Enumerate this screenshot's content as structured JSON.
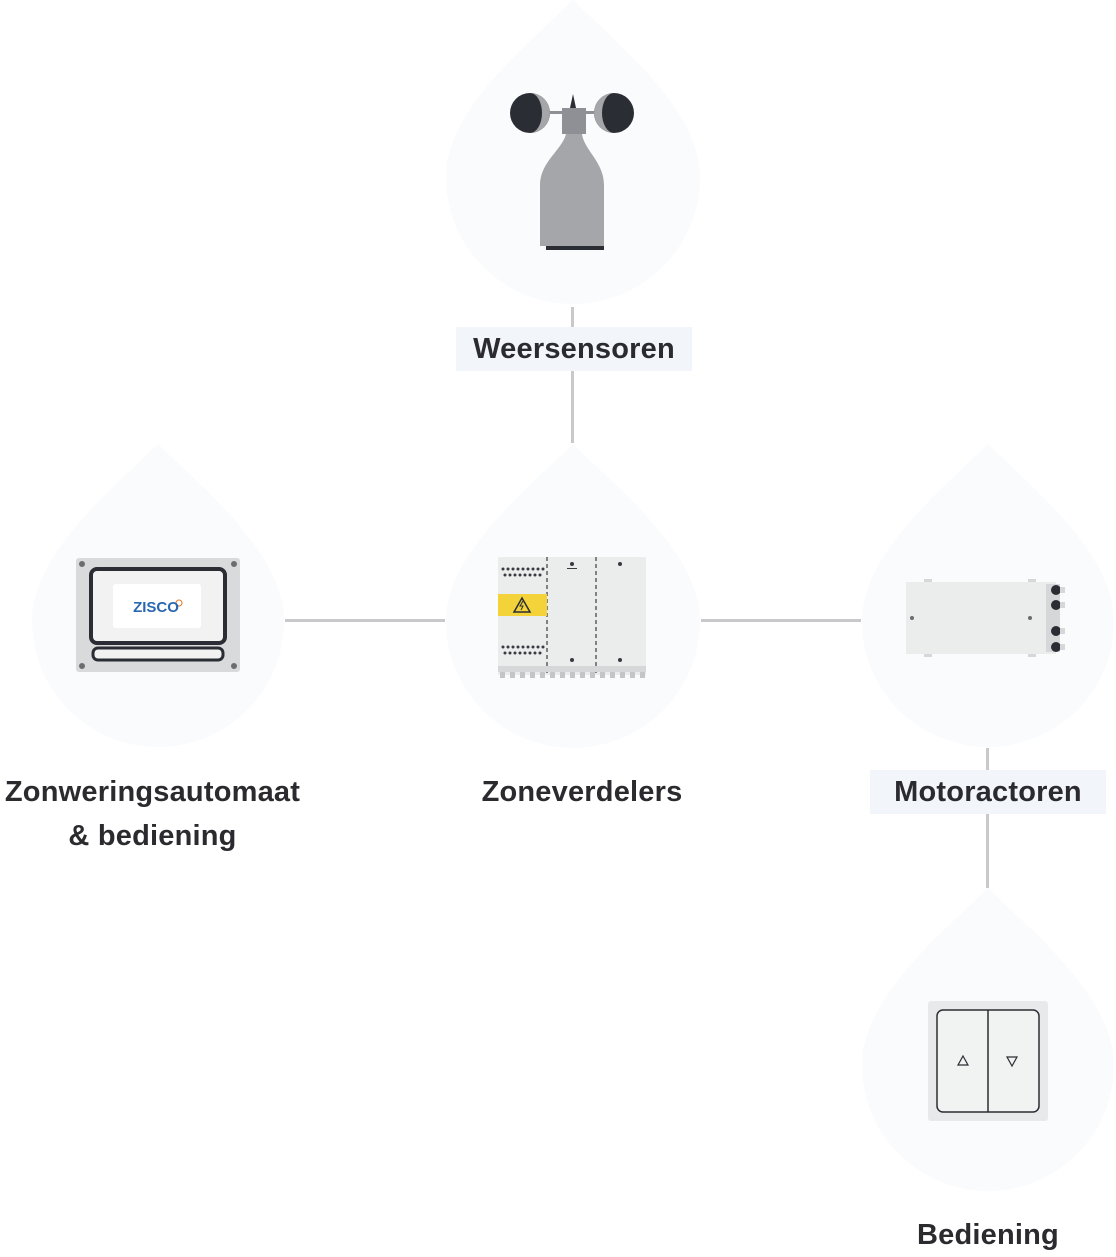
{
  "nodes": {
    "weather": {
      "label": "Weersensoren",
      "icon": "anemometer-icon"
    },
    "controller": {
      "label_line1": "Zonweringsautomaat",
      "label_line2": "& bediening",
      "icon": "controller-panel-icon",
      "brand": "ZISCO"
    },
    "zone": {
      "label": "Zoneverdelers",
      "icon": "zone-distributor-icon"
    },
    "motor": {
      "label": "Motoractoren",
      "icon": "motor-actuator-icon"
    },
    "switch": {
      "label": "Bediening",
      "icon": "up-down-switch-icon"
    }
  },
  "colors": {
    "bubble": "#fafbfd",
    "connector": "#c9c9cb",
    "label_box": "#f2f5f9",
    "text": "#2b2b2f",
    "warning": "#f3d23a",
    "brand": "#2a67b1"
  }
}
